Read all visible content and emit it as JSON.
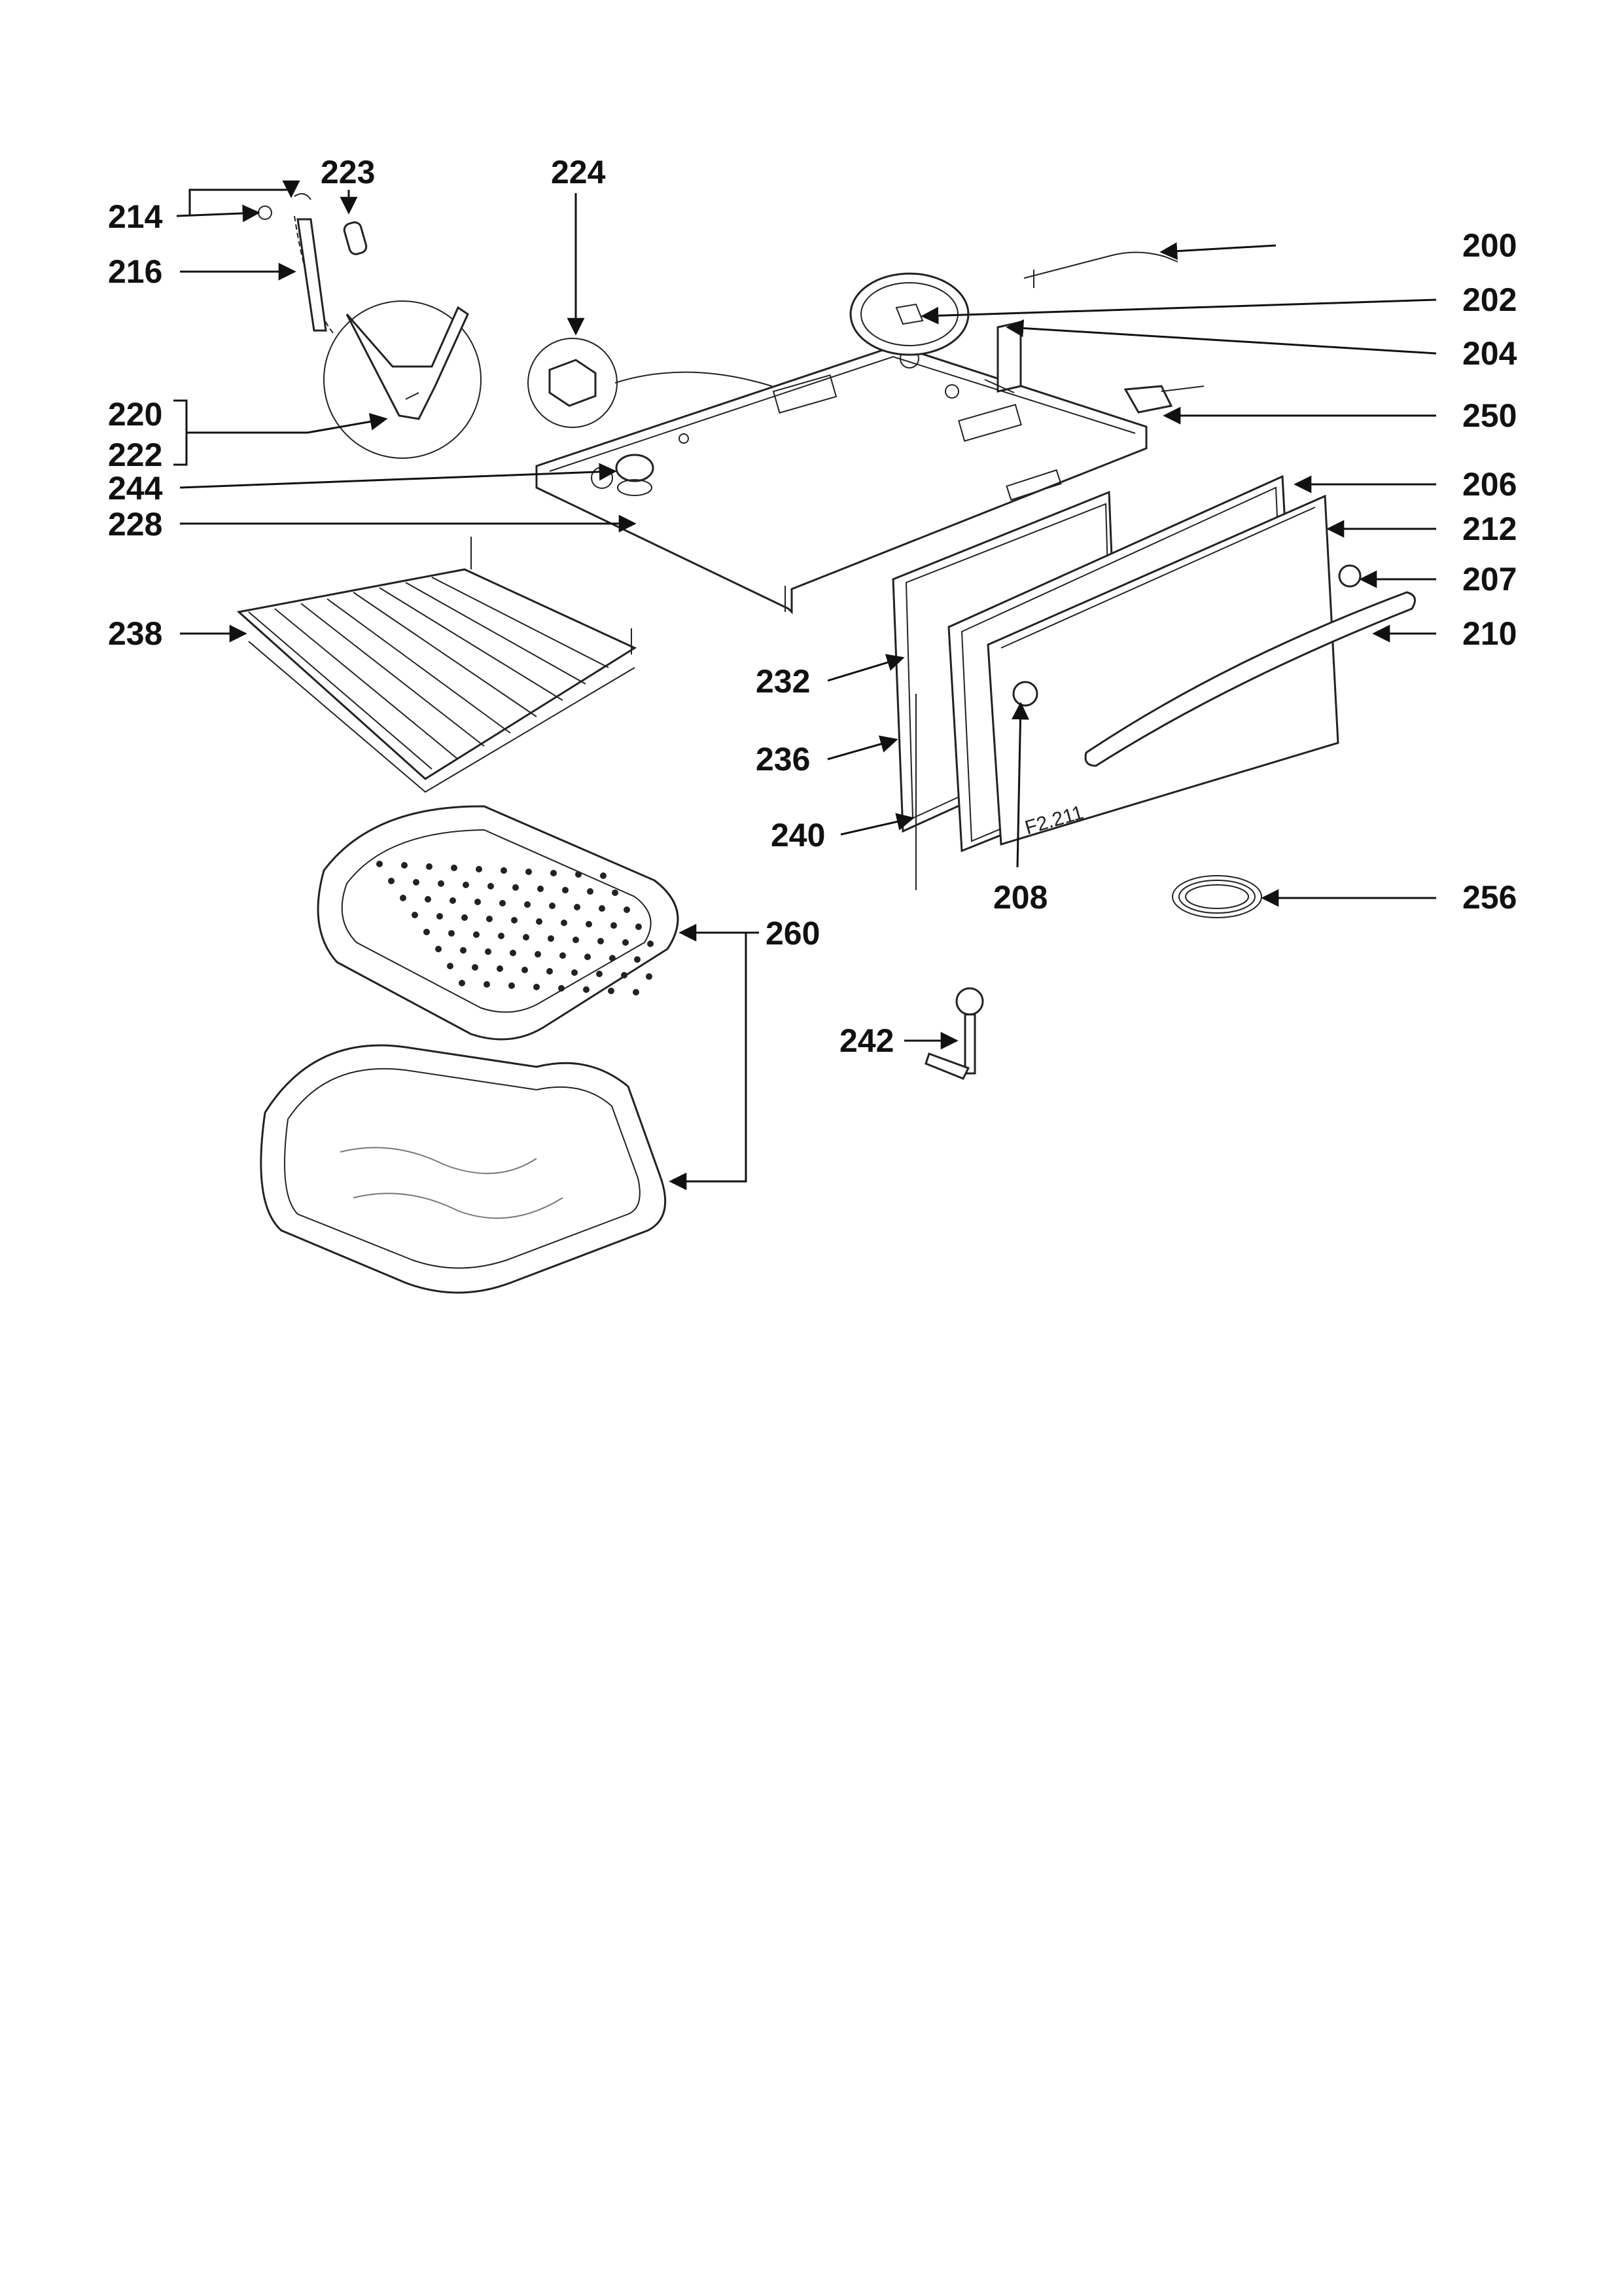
{
  "diagram": {
    "figure_code": "F2.211",
    "labels": {
      "l200": "200",
      "l202": "202",
      "l204": "204",
      "l206": "206",
      "l207": "207",
      "l208": "208",
      "l210": "210",
      "l212": "212",
      "l214": "214",
      "l216": "216",
      "l220": "220",
      "l222": "222",
      "l223": "223",
      "l224": "224",
      "l228": "228",
      "l232": "232",
      "l236": "236",
      "l238": "238",
      "l240": "240",
      "l242": "242",
      "l244": "244",
      "l250": "250",
      "l256": "256",
      "l260": "260"
    }
  }
}
